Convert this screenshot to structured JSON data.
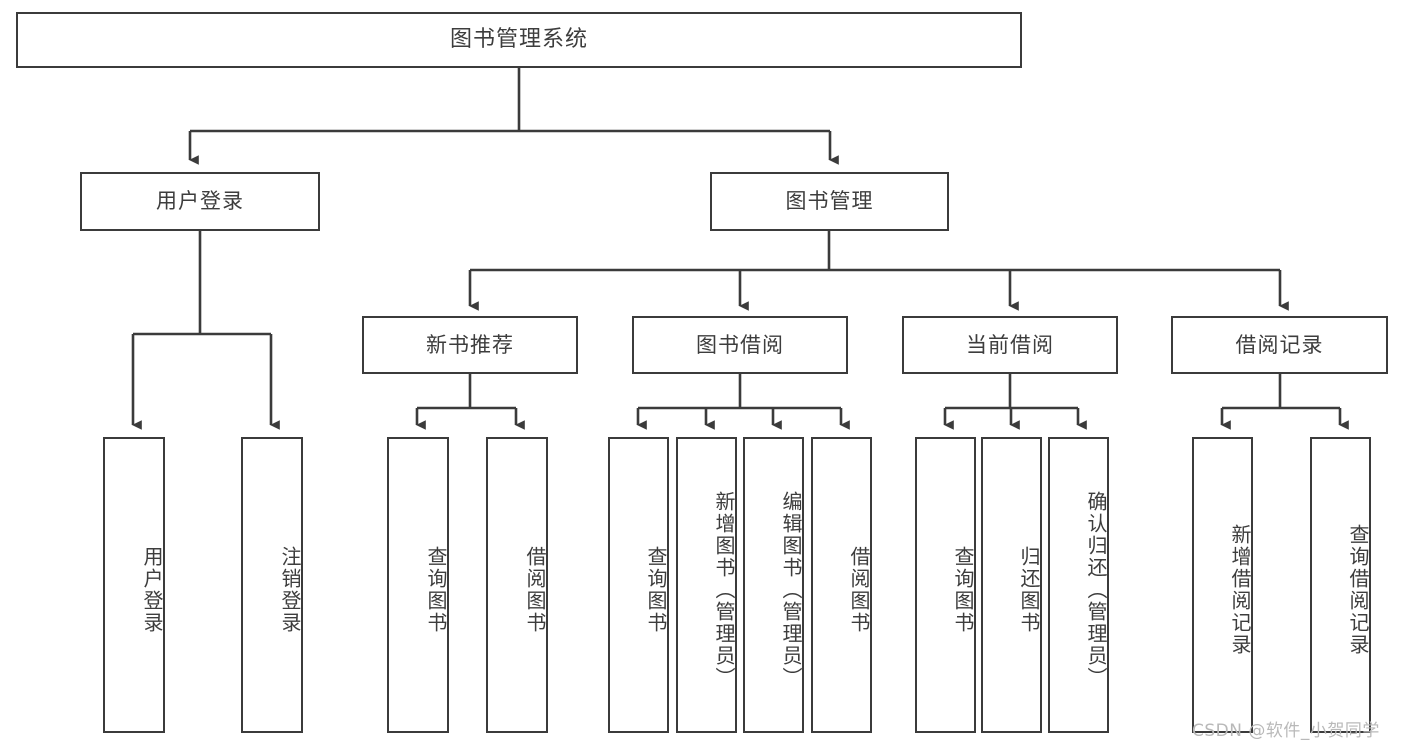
{
  "diagram": {
    "title": "图书管理系统",
    "type": "hierarchy-tree",
    "colors": {
      "stroke": "#3b3b3b",
      "text": "#3d3d3d",
      "background": "#ffffff",
      "watermark": "#b9b9b9"
    },
    "levels": {
      "root": {
        "label": "图书管理系统"
      },
      "level2": [
        {
          "label": "用户登录"
        },
        {
          "label": "图书管理"
        }
      ],
      "level3": [
        {
          "label": "新书推荐"
        },
        {
          "label": "图书借阅"
        },
        {
          "label": "当前借阅"
        },
        {
          "label": "借阅记录"
        }
      ],
      "leaves": {
        "user_login": [
          {
            "label": "用户登录"
          },
          {
            "label": "注销登录"
          }
        ],
        "new_book_recommend": [
          {
            "label": "查询图书"
          },
          {
            "label": "借阅图书"
          }
        ],
        "book_borrow": [
          {
            "label": "查询图书"
          },
          {
            "label": "新增图书（管理员）"
          },
          {
            "label": "编辑图书（管理员）"
          },
          {
            "label": "借阅图书"
          }
        ],
        "current_borrow": [
          {
            "label": "查询图书"
          },
          {
            "label": "归还图书"
          },
          {
            "label": "确认归还（管理员）"
          }
        ],
        "borrow_records": [
          {
            "label": "新增借阅记录"
          },
          {
            "label": "查询借阅记录"
          }
        ]
      }
    }
  },
  "watermark": {
    "text": "CSDN @软件_小贺同学"
  }
}
